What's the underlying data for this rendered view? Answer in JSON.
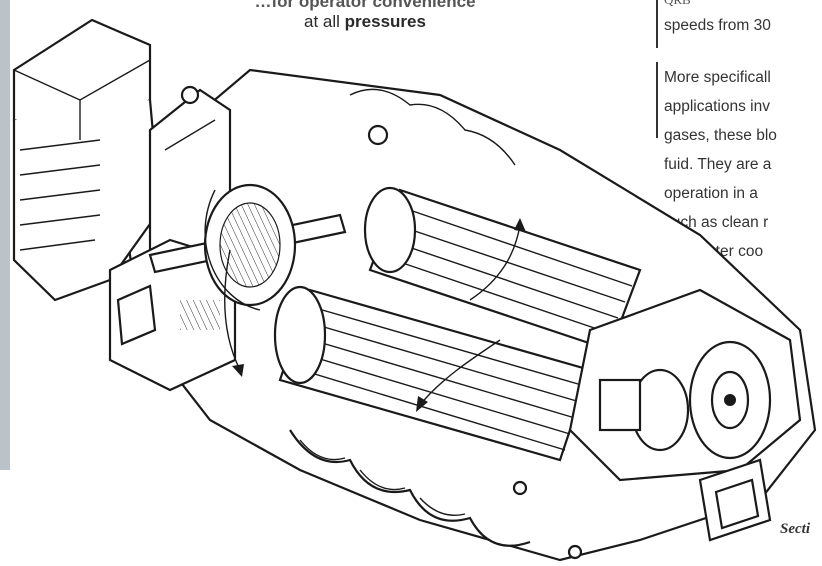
{
  "headline": {
    "line1": "…for operator convenience",
    "line2_prefix": "at all ",
    "line2_bold": "pressures"
  },
  "column_text": {
    "fragment_top": "QRB",
    "line_speeds": "speeds from 30",
    "lines": [
      "More specificall",
      "applications inv",
      "gases, these blo",
      "fuid. They are a",
      "operation in a",
      "such as clean r",
      "with water coo"
    ]
  },
  "caption": "Secti",
  "colors": {
    "ink": "#1a1a1a",
    "left_strip": "#b9c3c9"
  }
}
